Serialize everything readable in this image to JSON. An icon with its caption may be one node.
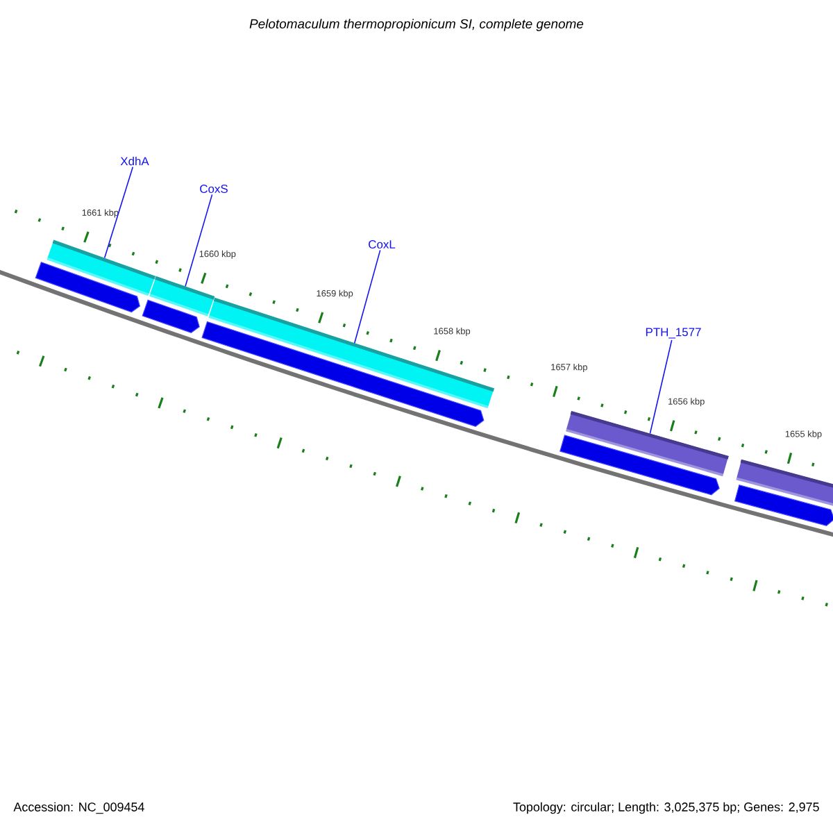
{
  "diagram": {
    "title": "Pelotomaculum thermopropionicum SI, complete genome",
    "nodes": [
      {
        "text": [
          "XdhA"
        ]
      },
      {
        "text": [
          "CoxS"
        ]
      },
      {
        "text": [
          "CoxL"
        ]
      },
      {
        "text": [
          "PTH_1577"
        ]
      },
      {
        "text": [],
        "shape": "bar"
      },
      {
        "text": [],
        "shape": "bar"
      },
      {
        "text": [],
        "shape": "bar"
      },
      {
        "text": [],
        "shape": "bar"
      },
      {
        "text": [],
        "shape": "bar"
      },
      {
        "text": [],
        "shape": "arrow"
      },
      {
        "text": [],
        "shape": "arrow"
      },
      {
        "text": [],
        "shape": "arrow"
      },
      {
        "text": [],
        "shape": "arrow"
      },
      {
        "text": [],
        "shape": "arrow"
      }
    ],
    "edges": [
      {
        "from": 0,
        "to": 4,
        "arrow": "none"
      },
      {
        "from": 1,
        "to": 5,
        "arrow": "none"
      },
      {
        "from": 2,
        "to": 6,
        "arrow": "none"
      },
      {
        "from": 3,
        "to": 7,
        "arrow": "none"
      }
    ],
    "labels": [
      "1661 kbp",
      "1660 kbp",
      "1659 kbp",
      "1658 kbp",
      "1657 kbp",
      "1656 kbp",
      "1655 kbp",
      "Accession: NC_009454",
      "Topology: circular; Length: 3,025,375 bp; Genes: 2,975"
    ]
  }
}
